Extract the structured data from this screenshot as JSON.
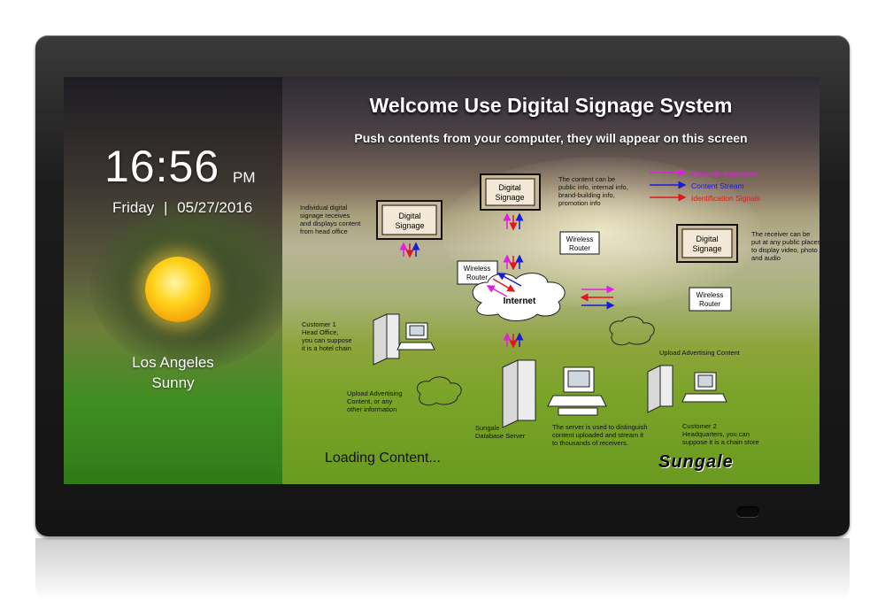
{
  "sidebar": {
    "time": "16:56",
    "ampm": "PM",
    "day": "Friday",
    "separator": "|",
    "date": "05/27/2016",
    "city": "Los Angeles",
    "weather": "Sunny",
    "weather_icon": "sun-icon"
  },
  "main": {
    "title": "Welcome Use Digital Signage System",
    "subtitle": "Push contents from your computer, they will appear on this screen",
    "loading": "Loading Content...",
    "brand": "Sungale"
  },
  "diagram": {
    "signage_label_1": "Digital",
    "signage_label_2": "Signage",
    "router_label_1": "Wireless",
    "router_label_2": "Router",
    "internet": "Internet",
    "legend": [
      {
        "label": "Receiver Response",
        "color": "#e020e0"
      },
      {
        "label": "Content Stream",
        "color": "#1a1ad8"
      },
      {
        "label": "Identification Signals",
        "color": "#e01818"
      }
    ],
    "notes": {
      "left_signage": [
        "Individual digital",
        "signage receives",
        "and displays content",
        "from head office"
      ],
      "top_signage": [
        "The content can be",
        "public info, internal info,",
        "brand-building info,",
        "promotion info"
      ],
      "right_signage": [
        "The receiver can be",
        "put at any public places",
        "to display video, photo",
        "and audio"
      ],
      "customer1": [
        "Customer 1",
        "Head Office,",
        "you can suppose",
        "it is a hotel chain"
      ],
      "upload_right": [
        "Upload Advertising Content"
      ],
      "upload_left": [
        "Upload Advertising",
        "Content, or any",
        "other information"
      ],
      "database": [
        "Sungale",
        "Database Server"
      ],
      "server_note": [
        "The server is used to distinguish",
        "content uploaded and stream it",
        "to thousands of receivers."
      ],
      "customer2": [
        "Customer 2",
        "Headquarters, you can",
        "suppose it is a chain store"
      ]
    }
  },
  "colors": {
    "bezel": "#1c1c1c",
    "title_text": "#ffffff",
    "receiver_response": "#e020e0",
    "content_stream": "#1a1ad8",
    "identification_signals": "#e01818"
  }
}
